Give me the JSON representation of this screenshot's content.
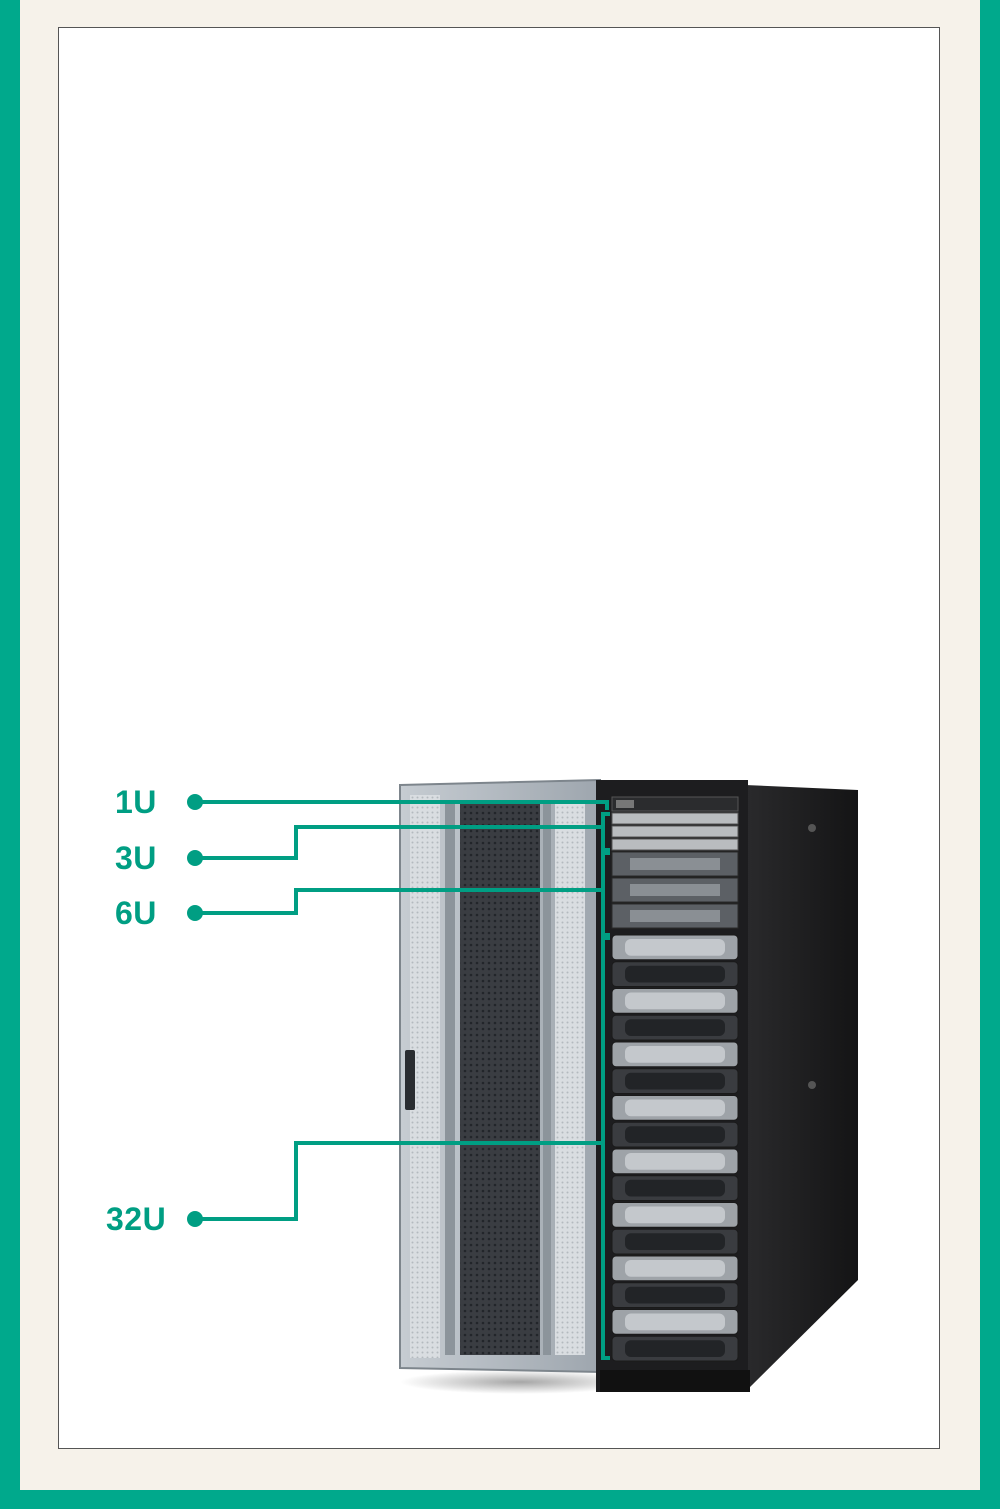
{
  "colors": {
    "frame": "#00a98c",
    "background": "#f6f2ea",
    "panel": "#ffffff",
    "callout": "#009e83",
    "rack": "#1d1d1f"
  },
  "labels": {
    "u1": "1U",
    "u3": "3U",
    "u6": "6U",
    "u32": "32U"
  }
}
